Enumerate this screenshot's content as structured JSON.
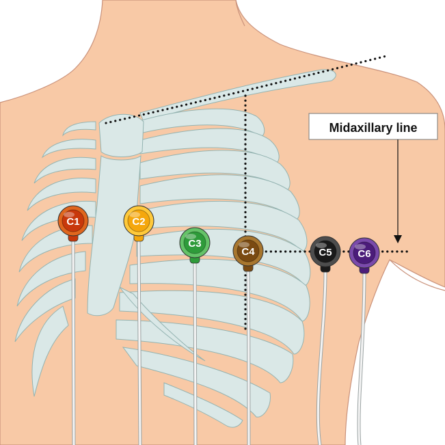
{
  "callout": {
    "label": "Midaxillary line"
  },
  "colors": {
    "skin": "#f8c9a6",
    "skin_stroke": "#c9917a",
    "bone": "#dae8e7",
    "bone_stroke": "#93b3b1",
    "line": "#111111"
  },
  "electrodes": [
    {
      "label": "C1",
      "color": "#c8380b",
      "ring": "#e0661e"
    },
    {
      "label": "C2",
      "color": "#f5a70c",
      "ring": "#ffc93a"
    },
    {
      "label": "C3",
      "color": "#2e9b3a",
      "ring": "#64c368"
    },
    {
      "label": "C4",
      "color": "#7a4a12",
      "ring": "#a8762e"
    },
    {
      "label": "C5",
      "color": "#1a1a1a",
      "ring": "#4d4d4d"
    },
    {
      "label": "C6",
      "color": "#4b1c7a",
      "ring": "#7a4aab"
    }
  ]
}
